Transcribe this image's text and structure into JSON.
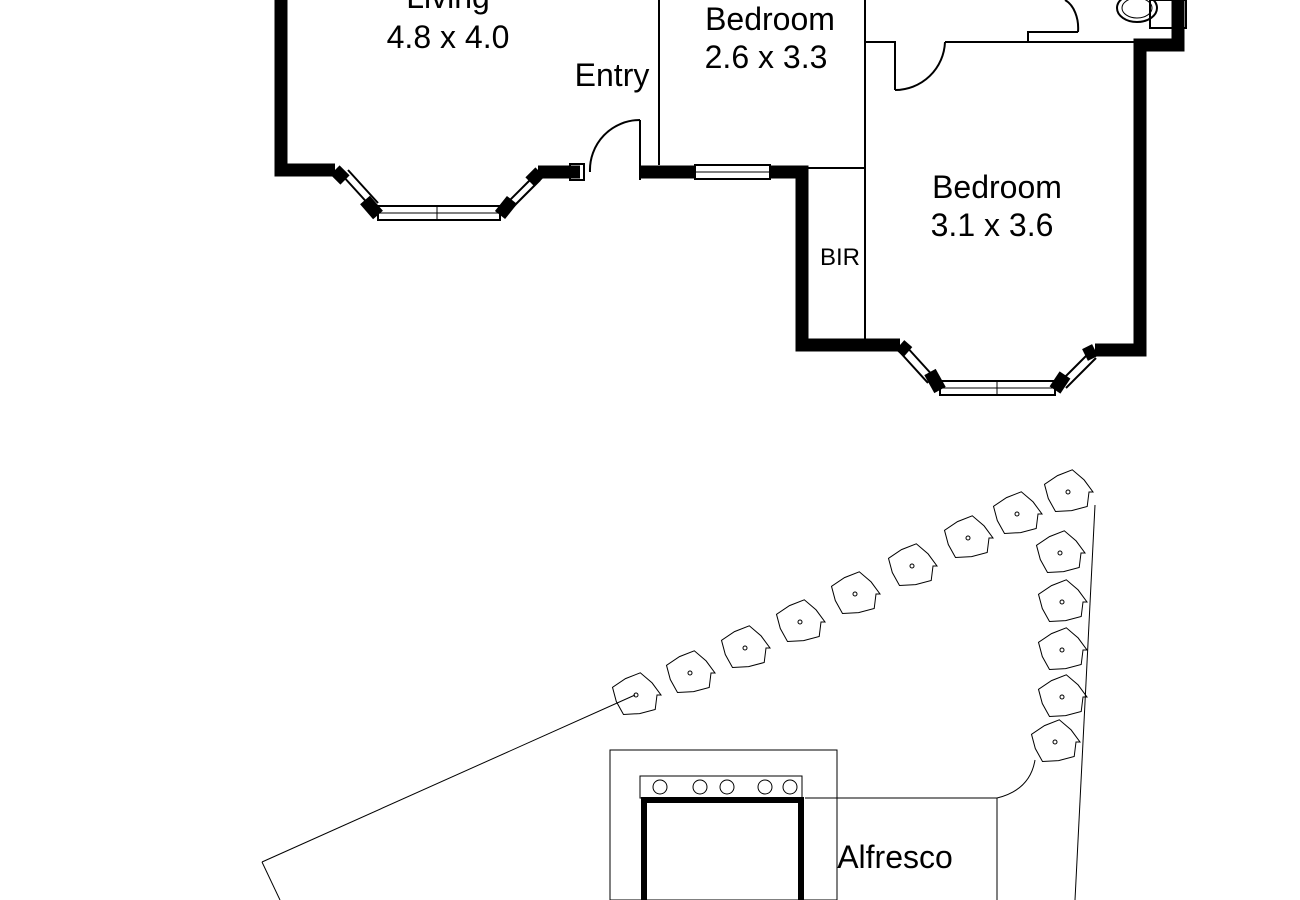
{
  "plan": {
    "rooms": {
      "living": {
        "name": "Living",
        "size": "4.8 x 4.0"
      },
      "entry": {
        "name": "Entry"
      },
      "bedroom1": {
        "name": "Bedroom",
        "size": "2.6 x 3.3"
      },
      "bedroom2": {
        "name": "Bedroom",
        "size": "3.1 x 3.6"
      },
      "bir": {
        "name": "BIR"
      },
      "alfresco": {
        "name": "Alfresco"
      }
    },
    "colors": {
      "ink": "#000000",
      "background": "#ffffff"
    }
  }
}
